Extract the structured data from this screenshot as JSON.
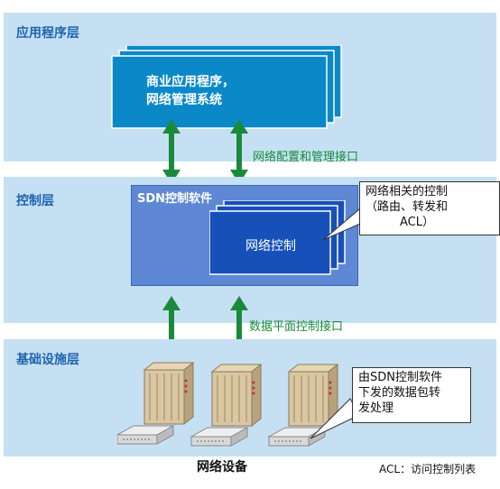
{
  "layers": {
    "application": {
      "title": "应用程序层",
      "box_lines": [
        "商业应用程序，",
        "网络管理系统"
      ]
    },
    "control": {
      "title": "控制层",
      "sdn_label": "SDN控制软件",
      "inner_label": "网络控制"
    },
    "infrastructure": {
      "title": "基础设施层",
      "device_label": "网络设备"
    }
  },
  "interfaces": {
    "northbound": "网络配置和管理接口",
    "southbound": "数据平面控制接口"
  },
  "callouts": {
    "control": [
      "网络相关的控制",
      "（路由、转发和",
      "ACL）"
    ],
    "forwarding": [
      "由SDN控制软件",
      "下发的数据包转",
      "发处理"
    ]
  },
  "footnote": "ACL：访问控制列表",
  "colors": {
    "layer_bg": "#c5e0f3",
    "title": "#1f64b0",
    "app_box": "#0b88c8",
    "control_box": "#1750b8",
    "arrow": "#1a8a3a"
  }
}
